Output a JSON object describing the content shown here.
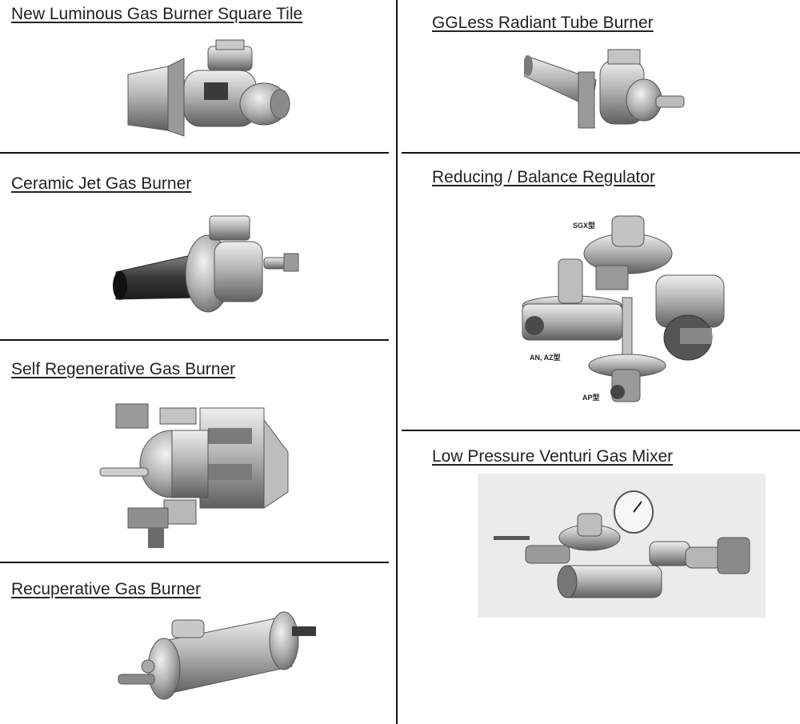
{
  "products": [
    {
      "title": "New Luminous Gas Burner Square Tile"
    },
    {
      "title": "Ceramic Jet Gas Burner"
    },
    {
      "title": "Self Regenerative Gas Burner"
    },
    {
      "title": "Recuperative Gas Burner"
    },
    {
      "title": "GGLess Radiant Tube Burner"
    },
    {
      "title": "Reducing / Balance Regulator",
      "labels": [
        "SGX型",
        "AN, AZ型",
        "AP型"
      ]
    },
    {
      "title": "Low Pressure Venturi Gas Mixer"
    }
  ],
  "colors": {
    "line": "#111111",
    "metal_light": "#d9d9d9",
    "metal_mid": "#a8a8a8",
    "metal_dark": "#5a5a5a"
  }
}
